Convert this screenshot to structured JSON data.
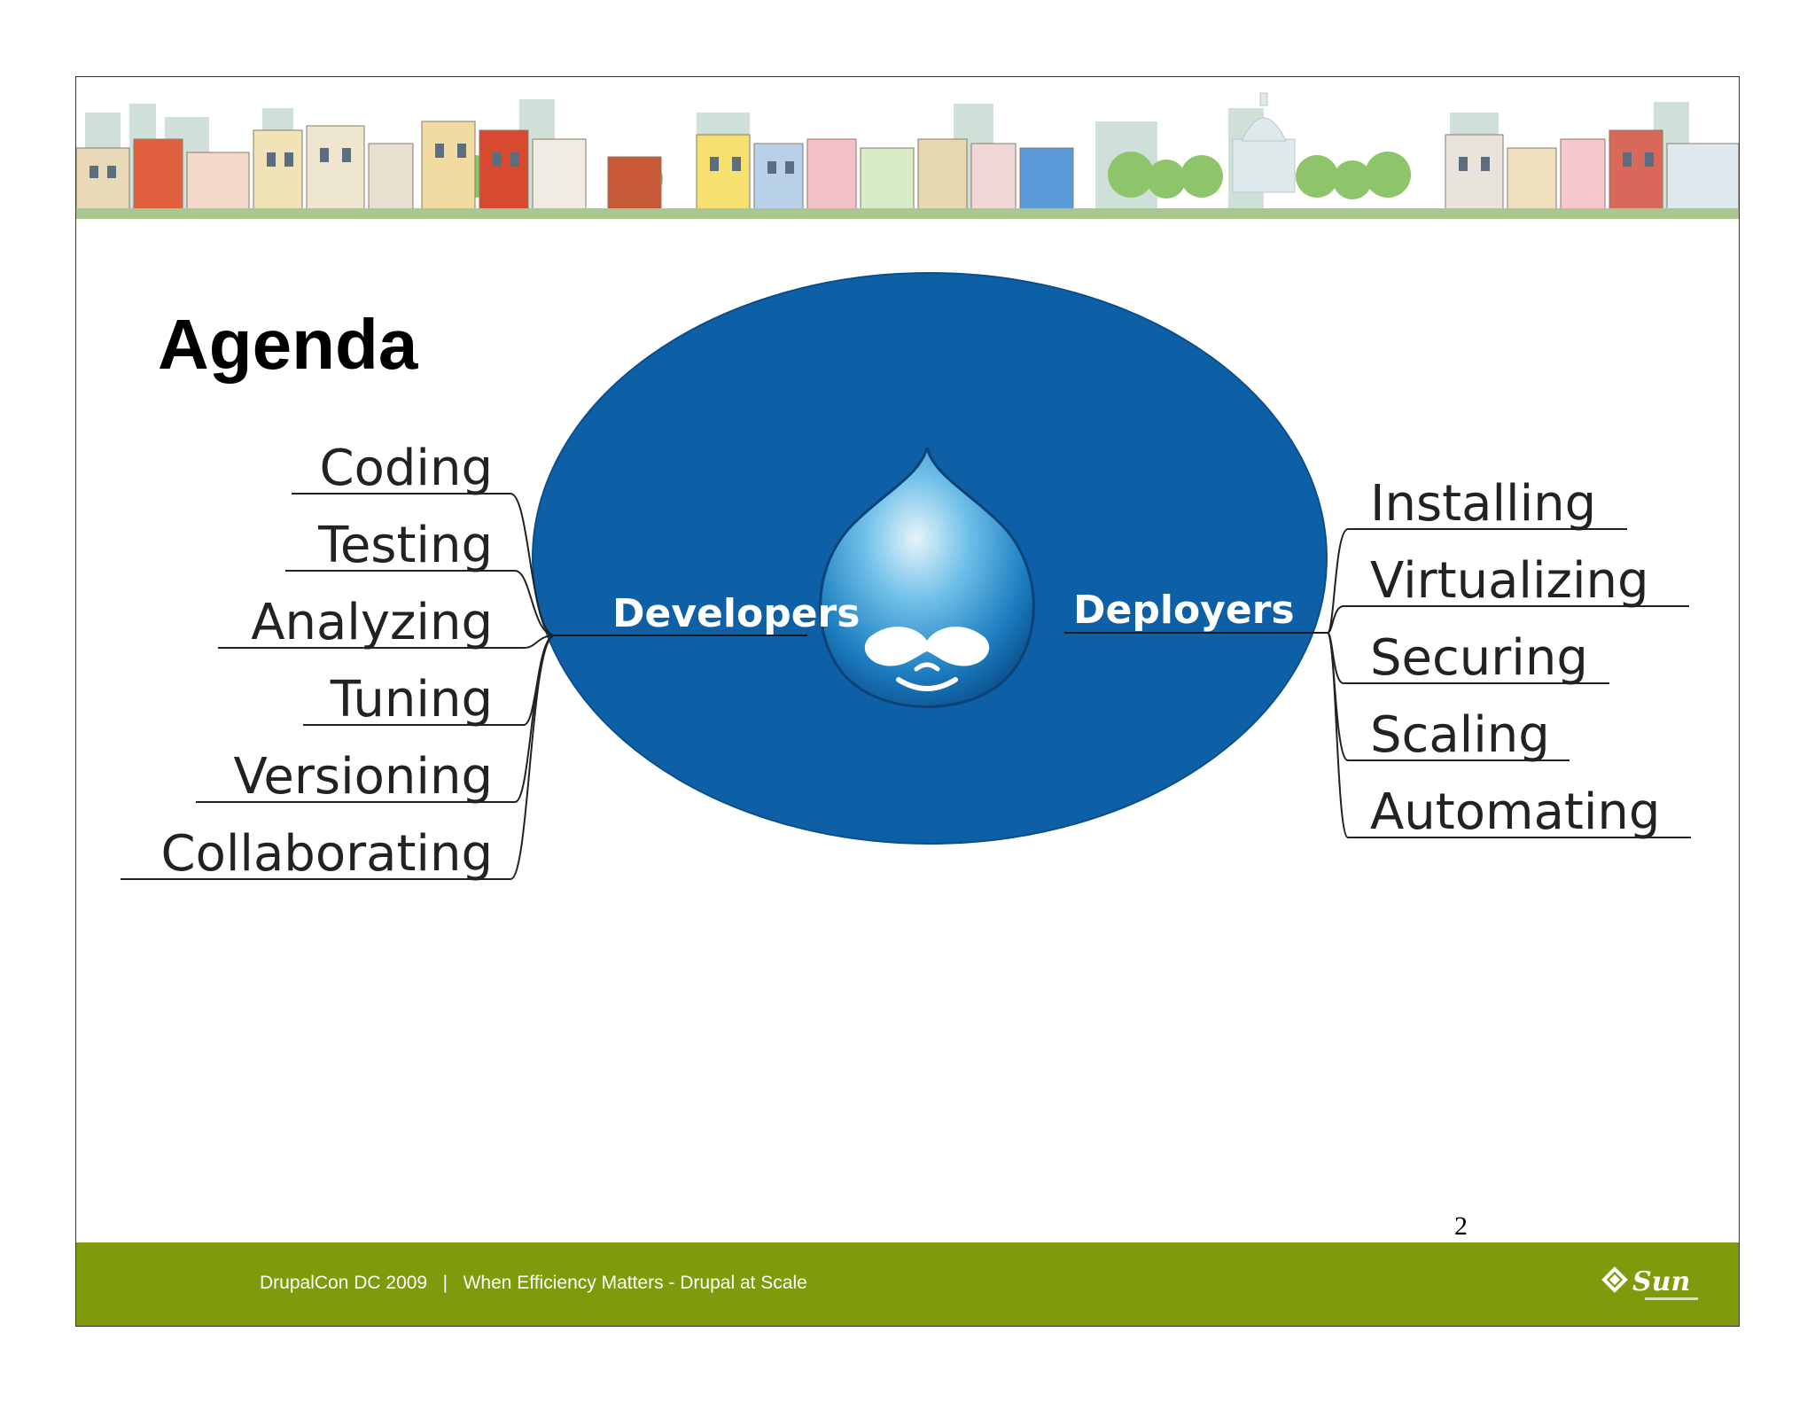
{
  "slide": {
    "title": "Agenda",
    "page_number": "2"
  },
  "diagram": {
    "center_left_label": "Developers",
    "center_right_label": "Deployers",
    "developer_items": [
      "Coding",
      "Testing",
      "Analyzing",
      "Tuning",
      "Versioning",
      "Collaborating"
    ],
    "deployer_items": [
      "Installing",
      "Virtualizing",
      "Securing",
      "Scaling",
      "Automating"
    ],
    "ellipse_color": "#0d5fa6",
    "branch_line_color": "#222222",
    "center_icon": "drupal-drop-logo-icon"
  },
  "footer": {
    "text": "DrupalCon DC 2009   |   When Efficiency Matters - Drupal at Scale",
    "logo_icon": "sun-microsystems-logo-icon",
    "logo_text": "Sun",
    "background_color": "#7f9a0a"
  },
  "banner": {
    "icon": "city-skyline-banner-icon"
  }
}
